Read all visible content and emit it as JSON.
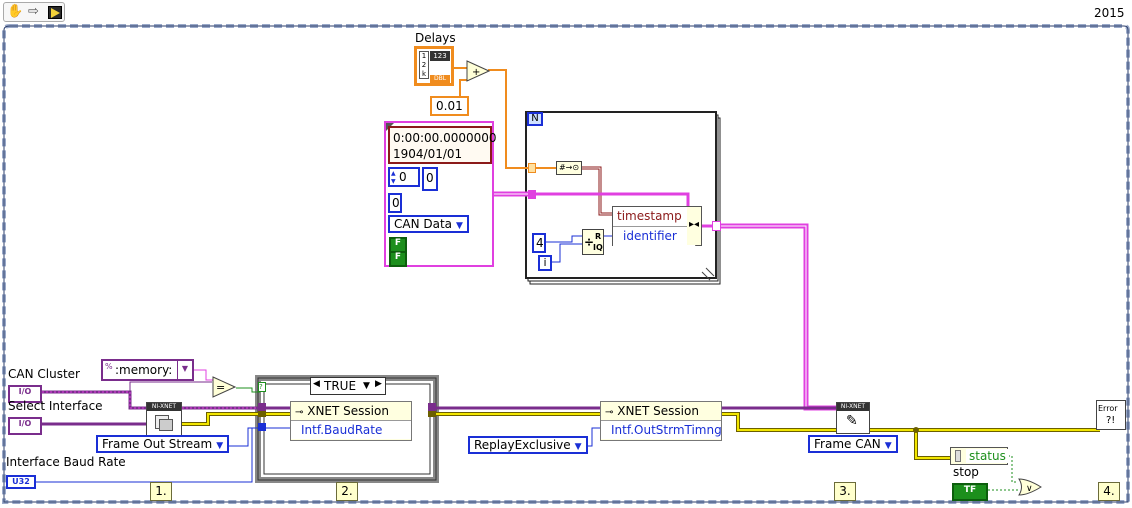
{
  "toolbar": {
    "year": "2015",
    "icons": [
      "hand-icon",
      "arrow-icon",
      "run-icon"
    ]
  },
  "labels": {
    "delays": "Delays",
    "can_cluster": "CAN Cluster",
    "select_interface": "Select Interface",
    "interface_baud_rate": "Interface Baud Rate",
    "stop": "stop"
  },
  "constants": {
    "offset": "0.01",
    "memory": ":memory:",
    "for_loop_n": "N",
    "for_loop_i": "i",
    "divisor": "4",
    "case_selector": "TRUE"
  },
  "cluster": {
    "timestamp": "0:00:00.0000000",
    "date": "1904/01/01",
    "num_a": "0",
    "num_b": "0",
    "num_c": "0",
    "can_data": "CAN Data",
    "bool_a": "F",
    "bool_b": "F"
  },
  "unbundle": {
    "field1": "timestamp",
    "field2": "identifier"
  },
  "property_nodes": [
    {
      "class": "XNET Session",
      "property": "Intf.BaudRate"
    },
    {
      "class": "XNET Session",
      "property": "Intf.OutStrmTimng"
    }
  ],
  "rings": {
    "frame_out_stream": "Frame Out Stream",
    "replay_exclusive": "ReplayExclusive",
    "frame_can": "Frame CAN"
  },
  "terminals": {
    "io1": "I/O",
    "io2": "I/O",
    "u32": "U32",
    "tf": "TF",
    "dbl": "DBL",
    "error": "Error"
  },
  "nixnet_label": "NI-XNET",
  "status_label": "status",
  "steps": [
    "1.",
    "2.",
    "3.",
    "4."
  ]
}
